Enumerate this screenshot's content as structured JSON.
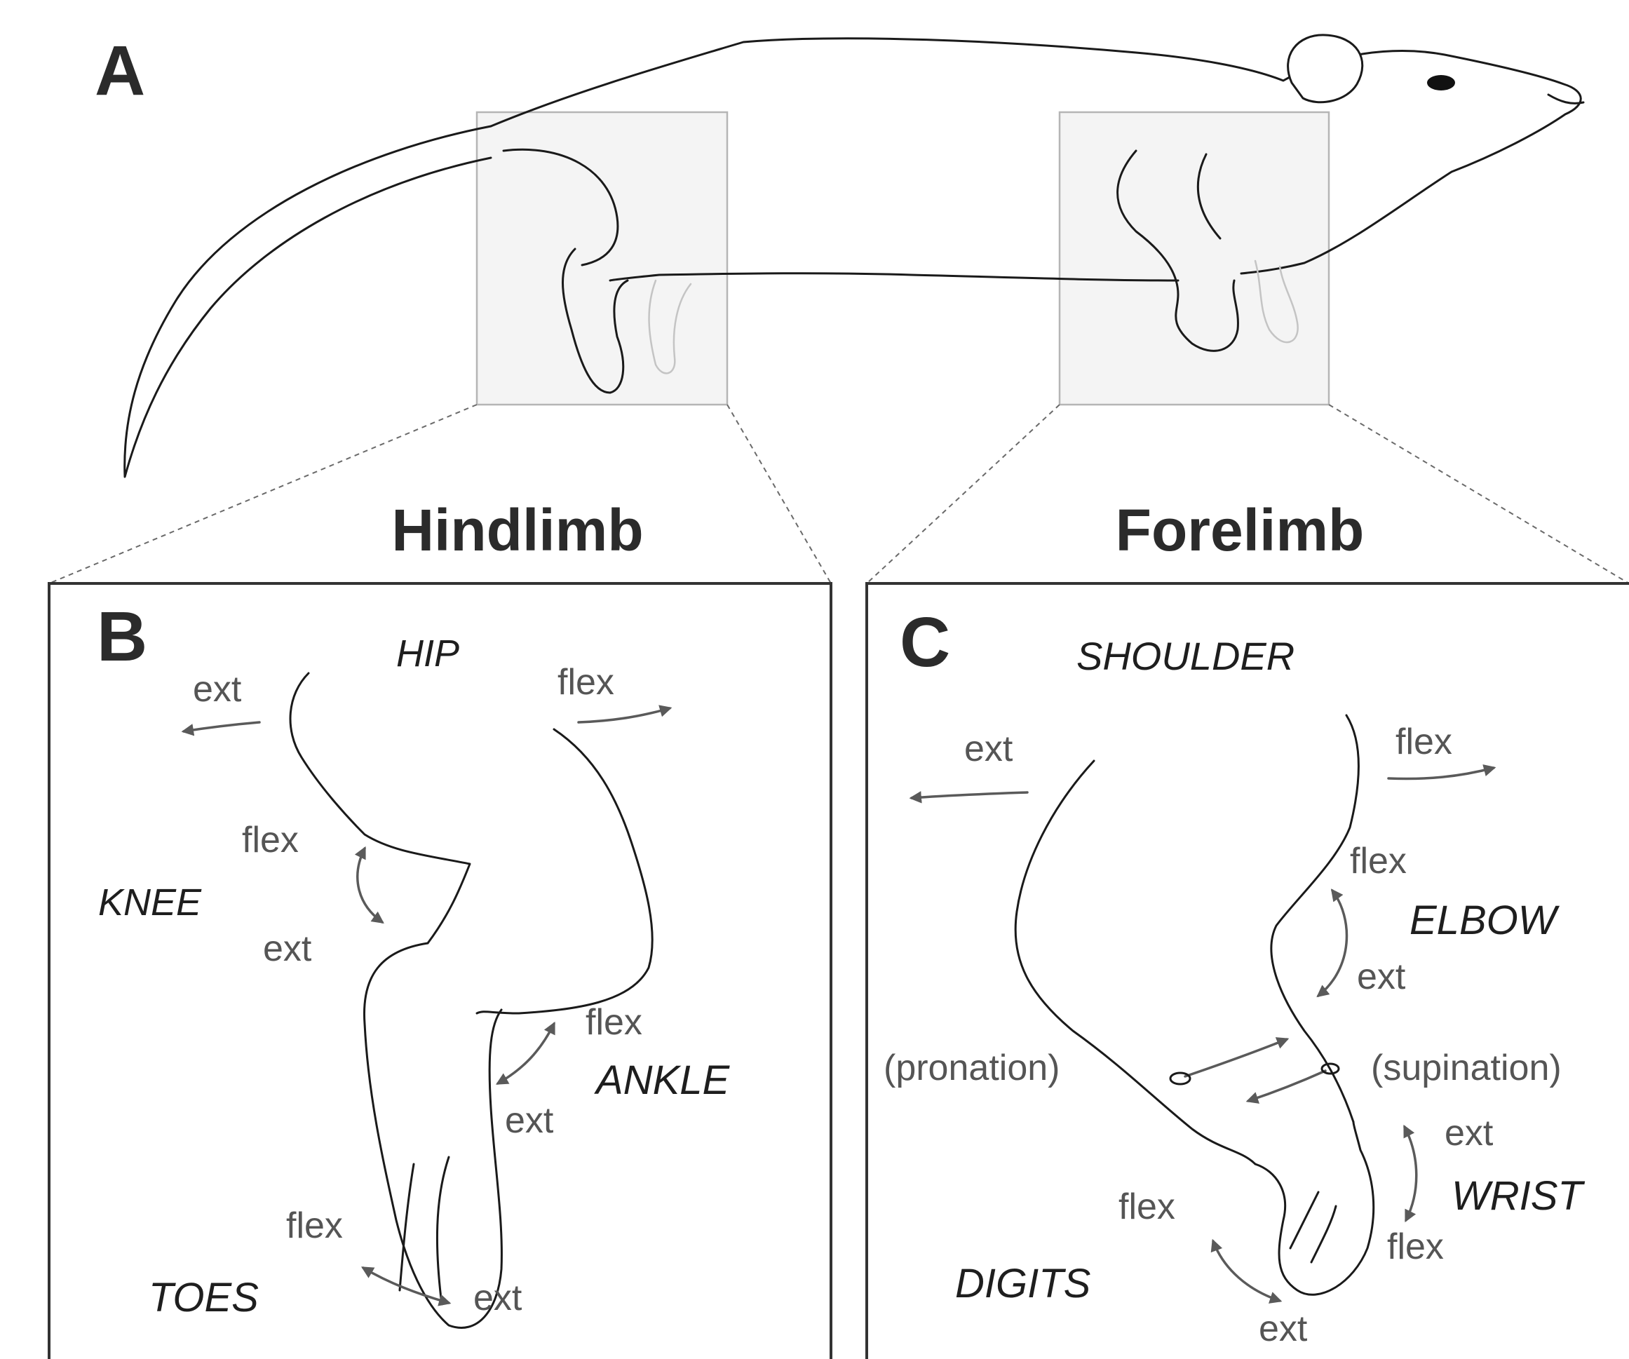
{
  "panels": {
    "a": {
      "letter": "A"
    },
    "b": {
      "letter": "B",
      "title": "Hindlimb"
    },
    "c": {
      "letter": "C",
      "title": "Forelimb"
    }
  },
  "hindlimb": {
    "joints": {
      "hip": "HIP",
      "knee": "KNEE",
      "ankle": "ANKLE",
      "toes": "TOES"
    },
    "motions": {
      "hip_ext": "ext",
      "hip_flex": "flex",
      "knee_flex": "flex",
      "knee_ext": "ext",
      "ankle_flex": "flex",
      "ankle_ext": "ext",
      "toes_flex": "flex",
      "toes_ext": "ext"
    }
  },
  "forelimb": {
    "joints": {
      "shoulder": "SHOULDER",
      "elbow": "ELBOW",
      "wrist": "WRIST",
      "digits": "DIGITS"
    },
    "motions": {
      "shoulder_ext": "ext",
      "shoulder_flex": "flex",
      "elbow_flex": "flex",
      "elbow_ext": "ext",
      "pronation": "(pronation)",
      "supination": "(supination)",
      "wrist_ext": "ext",
      "wrist_flex": "flex",
      "digits_flex": "flex",
      "digits_ext": "ext"
    }
  }
}
